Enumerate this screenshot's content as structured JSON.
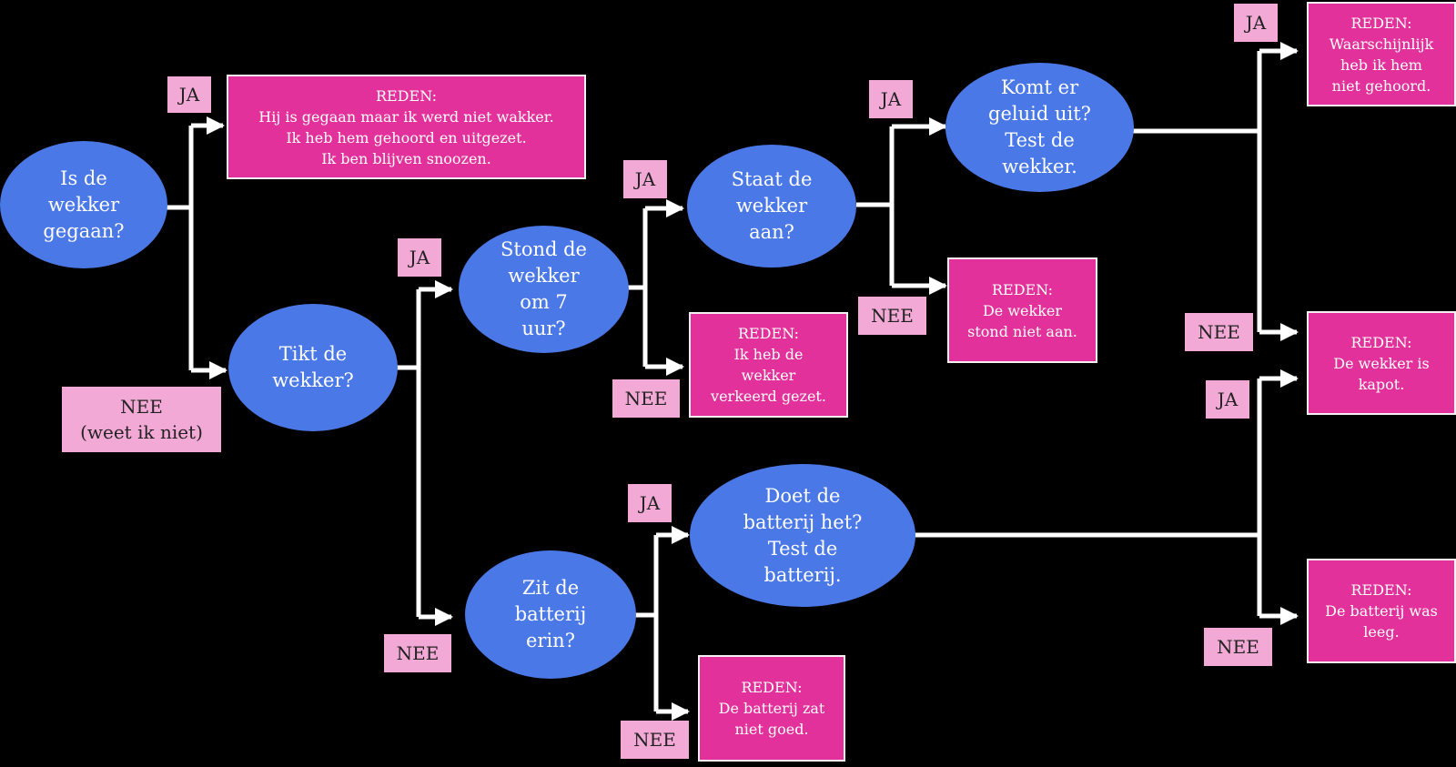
{
  "colors": {
    "background": "#000000",
    "question_node": "#4a78e6",
    "reason_box": "#e2319a",
    "answer_label": "#f2a9d5",
    "connector": "#ffffff"
  },
  "questions": {
    "q1": "Is de\nwekker\ngegaan?",
    "q2": "Tikt de\nwekker?",
    "q3": "Stond de\nwekker\nom 7\nuur?",
    "q4": "Staat de\nwekker\naan?",
    "q5": "Komt er\ngeluid uit?\nTest de\nwekker.",
    "q6": "Zit de\nbatterij\nerin?",
    "q7": "Doet de\nbatterij het?\nTest de\nbatterij."
  },
  "reasons": {
    "r1": "REDEN:\nHij is gegaan maar ik werd niet wakker.\nIk heb hem gehoord en uitgezet.\nIk ben blijven snoozen.",
    "r2": "REDEN:\nIk heb de\nwekker\nverkeerd gezet.",
    "r3": "REDEN:\nDe wekker\nstond niet aan.",
    "r4": "REDEN:\nWaarschijnlijk\nheb ik hem\nniet gehoord.",
    "r5": "REDEN:\nDe wekker is\nkapot.",
    "r6": "REDEN:\nDe batterij zat\nniet goed.",
    "r7": "REDEN:\nDe batterij was\nleeg."
  },
  "labels": {
    "ja": "JA",
    "nee": "NEE",
    "nee_weet_niet": "NEE\n(weet ik niet)"
  }
}
